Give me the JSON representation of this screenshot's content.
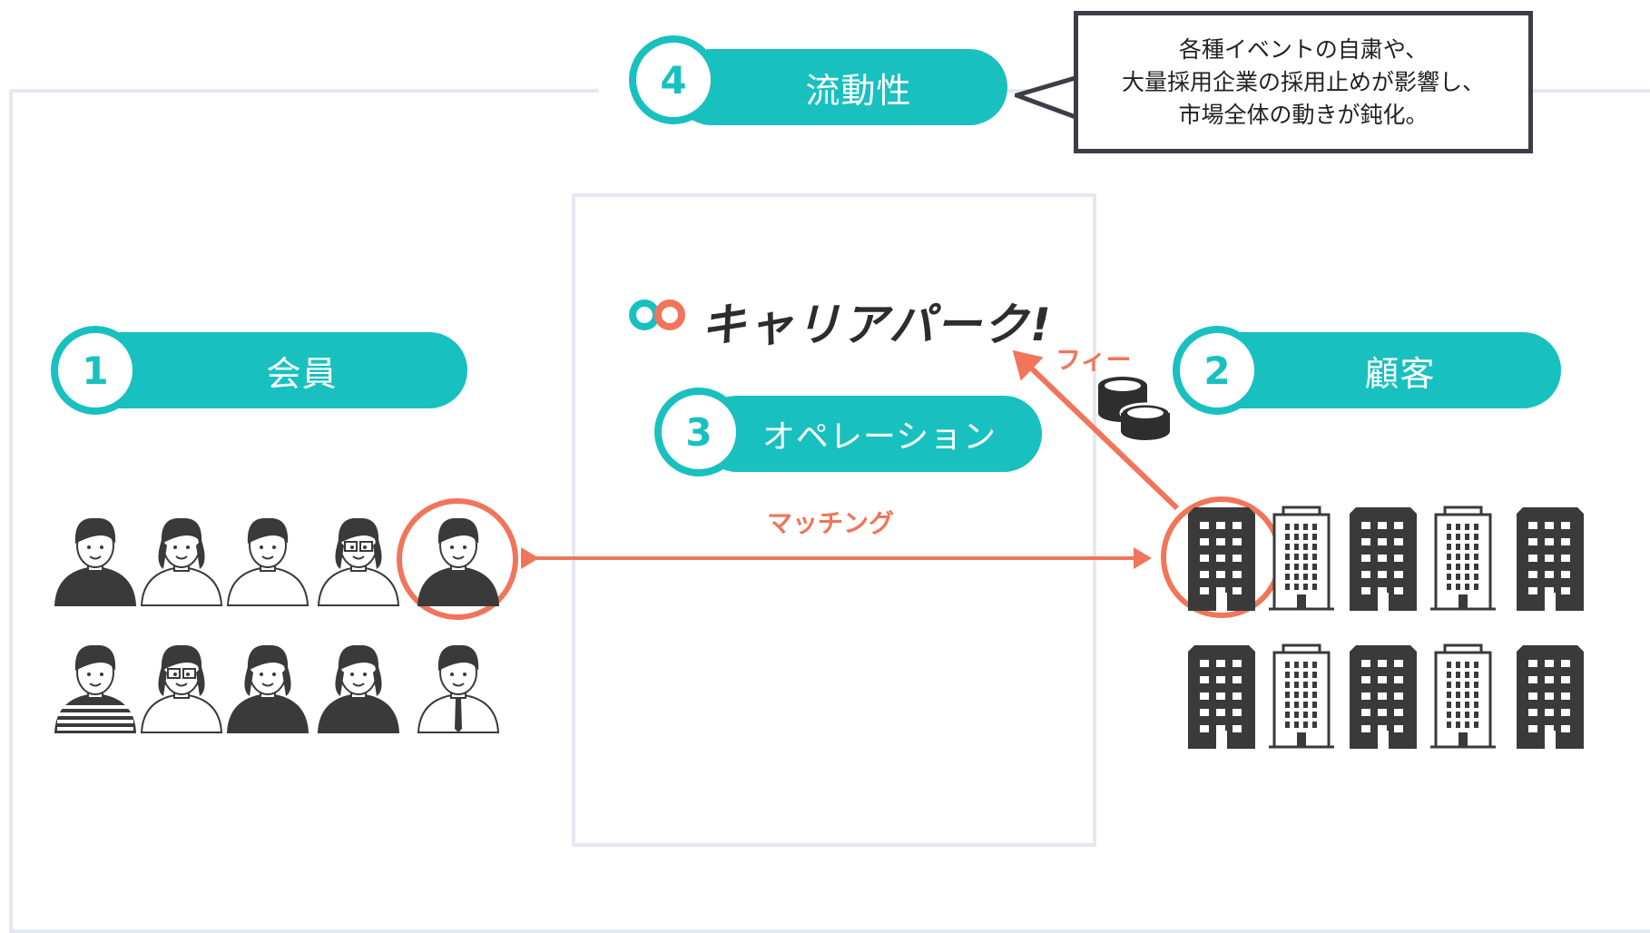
{
  "pills": {
    "members": {
      "number": "1",
      "label": "会員"
    },
    "clients": {
      "number": "2",
      "label": "顧客"
    },
    "operation": {
      "number": "3",
      "label": "オペレーション"
    },
    "liquidity": {
      "number": "4",
      "label": "流動性"
    }
  },
  "callout": {
    "line1": "各種イベントの自粛や、",
    "line2": "大量採用企業の採用止めが影響し、",
    "line3": "市場全体の動きが鈍化。"
  },
  "logo": {
    "text": "キャリアパーク!",
    "icon": "infinity-logo-icon"
  },
  "labels": {
    "matching": "マッチング",
    "fee": "フィー"
  },
  "colors": {
    "teal": "#19c0c0",
    "orange": "#f0755a",
    "dark": "#3d3d3d",
    "frame": "#e4e8ef"
  },
  "members_icons": [
    "man-suit-icon",
    "woman-blouse-icon",
    "man-tshirt-icon",
    "woman-glasses-icon",
    "man-dark-shirt-icon",
    "man-striped-icon",
    "woman-glasses-icon",
    "woman-dark-icon",
    "woman-dark-icon",
    "man-tie-icon"
  ],
  "building_icons": [
    "building-dark-icon",
    "building-white-icon",
    "building-dark-icon",
    "building-white-icon",
    "building-dark-icon",
    "building-dark-icon",
    "building-white-icon",
    "building-dark-icon",
    "building-white-icon",
    "building-dark-icon"
  ]
}
